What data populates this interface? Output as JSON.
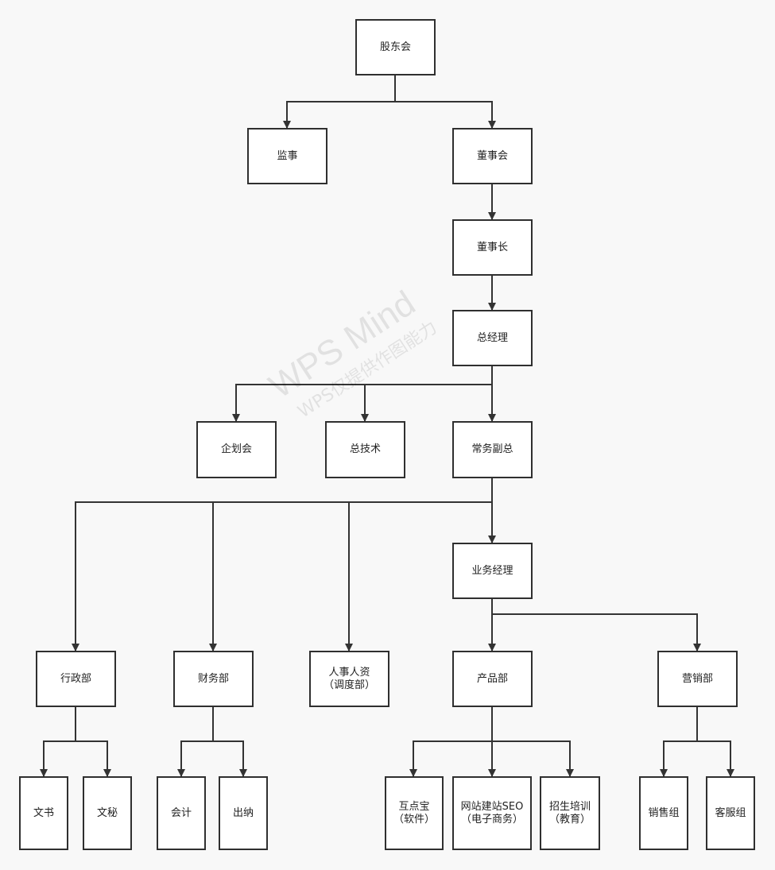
{
  "nodes": {
    "shareholders": "股东会",
    "supervisor": "监事",
    "board": "董事会",
    "chairman": "董事长",
    "gm": "总经理",
    "planning": "企划会",
    "chief_tech": "总技术",
    "exec_vp": "常务副总",
    "biz_manager": "业务经理",
    "admin": "行政部",
    "finance": "财务部",
    "hr": {
      "line1": "人事人资",
      "line2": "（调度部）"
    },
    "product": "产品部",
    "marketing": "营销部",
    "clerk": "文书",
    "secretary": "文秘",
    "accounting": "会计",
    "cashier": "出纳",
    "hudianbao": {
      "line1": "互点宝",
      "line2": "（软件）"
    },
    "website": {
      "line1": "网站建站SEO",
      "line2": "（电子商务）"
    },
    "enrollment": {
      "line1": "招生培训",
      "line2": "（教育）"
    },
    "sales": "销售组",
    "service": "客服组"
  },
  "watermark": {
    "line1": "WPS Mind",
    "line2": "WPS仅提供作图能力"
  },
  "colors": {
    "line": "#333333",
    "node_border": "#2f2f2f",
    "node_fill": "#ffffff",
    "background": "#f8f8f8"
  }
}
